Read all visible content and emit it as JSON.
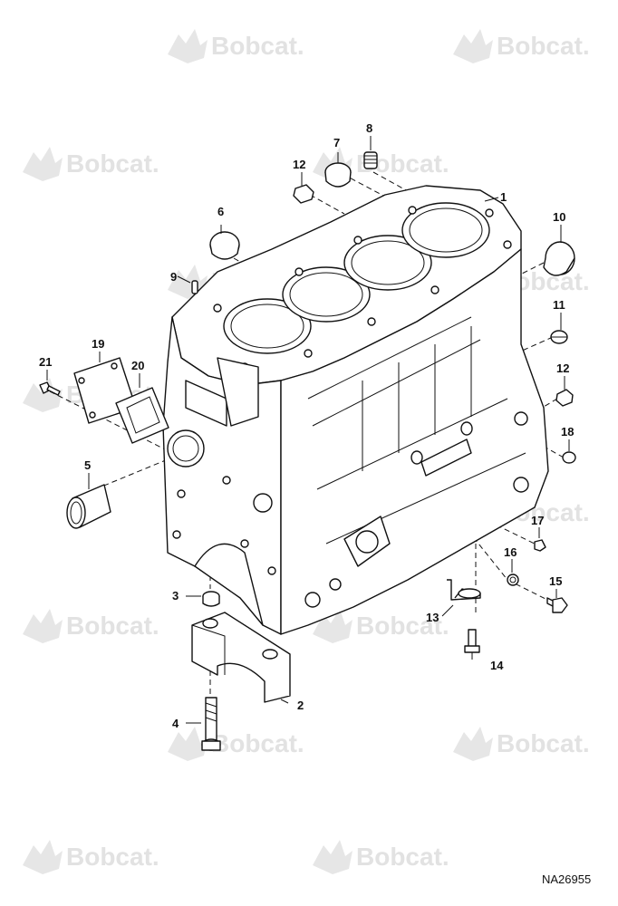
{
  "watermark": {
    "text": "Bobcat."
  },
  "drawing_id": "NA26955",
  "callouts": [
    {
      "id": "c1",
      "label": "1"
    },
    {
      "id": "c2",
      "label": "2"
    },
    {
      "id": "c3",
      "label": "3"
    },
    {
      "id": "c4",
      "label": "4"
    },
    {
      "id": "c5",
      "label": "5"
    },
    {
      "id": "c6",
      "label": "6"
    },
    {
      "id": "c7",
      "label": "7"
    },
    {
      "id": "c8",
      "label": "8"
    },
    {
      "id": "c9",
      "label": "9"
    },
    {
      "id": "c10",
      "label": "10"
    },
    {
      "id": "c11",
      "label": "11"
    },
    {
      "id": "c12a",
      "label": "12"
    },
    {
      "id": "c12b",
      "label": "12"
    },
    {
      "id": "c13",
      "label": "13"
    },
    {
      "id": "c14",
      "label": "14"
    },
    {
      "id": "c15",
      "label": "15"
    },
    {
      "id": "c16",
      "label": "16"
    },
    {
      "id": "c17",
      "label": "17"
    },
    {
      "id": "c18",
      "label": "18"
    },
    {
      "id": "c19",
      "label": "19"
    },
    {
      "id": "c20",
      "label": "20"
    },
    {
      "id": "c21",
      "label": "21"
    }
  ]
}
